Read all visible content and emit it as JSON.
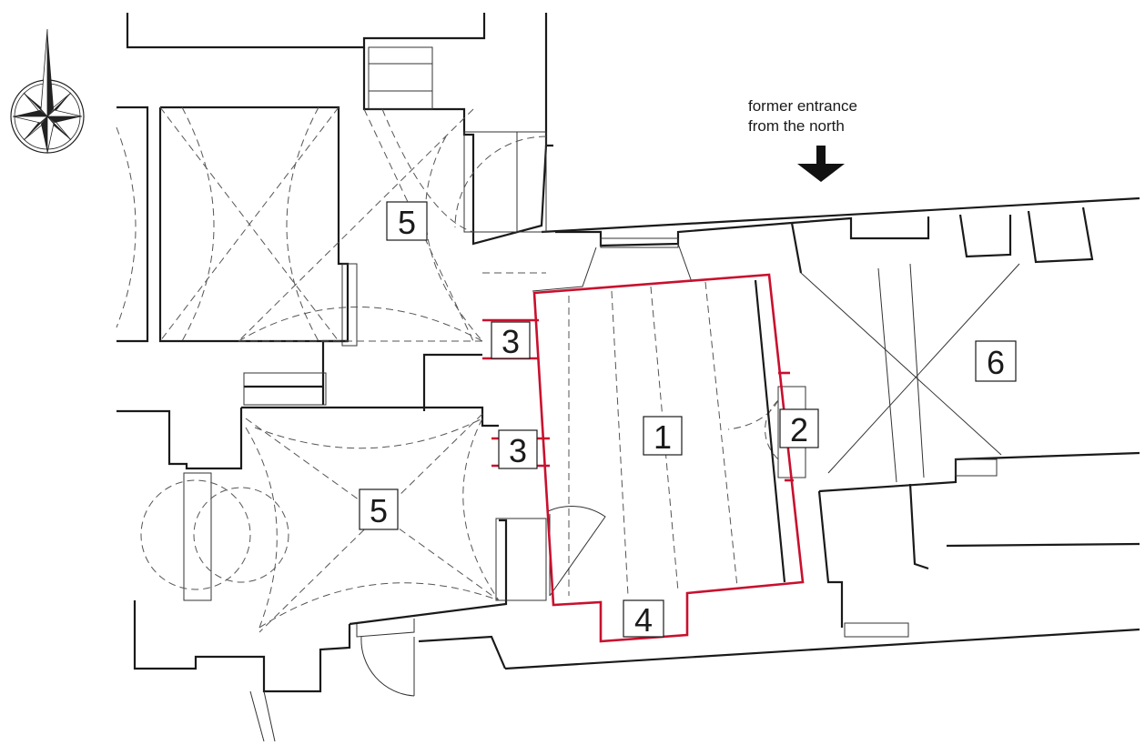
{
  "annotation": {
    "line1": "former entrance",
    "line2": "from the north"
  },
  "rooms": [
    {
      "id": "room-1",
      "label": "1"
    },
    {
      "id": "room-2",
      "label": "2"
    },
    {
      "id": "room-3a",
      "label": "3"
    },
    {
      "id": "room-3b",
      "label": "3"
    },
    {
      "id": "room-4",
      "label": "4"
    },
    {
      "id": "room-5a",
      "label": "5"
    },
    {
      "id": "room-5b",
      "label": "5"
    },
    {
      "id": "room-6",
      "label": "6"
    }
  ],
  "colors": {
    "highlight": "#c8102e",
    "wall": "#1a1a1a"
  },
  "icons": {
    "compass": "compass-rose-icon",
    "arrow": "arrow-down-icon"
  }
}
